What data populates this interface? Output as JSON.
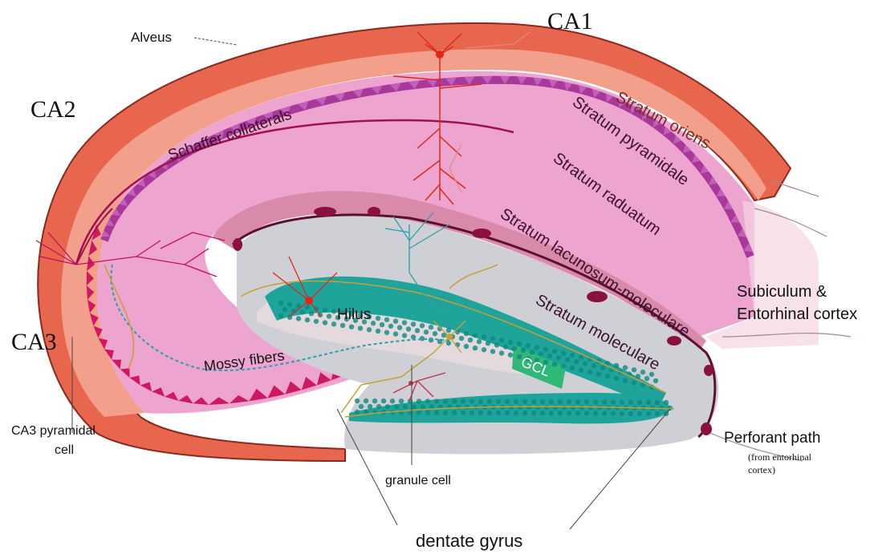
{
  "labels": {
    "ca1": "CA1",
    "ca2": "CA2",
    "ca3": "CA3",
    "alveus": "Alveus",
    "schaffer": "Schaffer  collaterals",
    "oriens": "Stratum oriens",
    "pyramidale": "Stratum pyramidale",
    "radiatum": "Stratum raduatum",
    "lacunosum": "Stratum lacunosum-moleculare",
    "moleculare": "Stratum moleculare",
    "hilus": "Hilus",
    "mossy": "Mossy fibers",
    "gcl": "GCL",
    "subiculum_1": "Subiculum &",
    "subiculum_2": "Entorhinal cortex",
    "ca3_cell_1": "CA3 pyramidal",
    "ca3_cell_2": "cell",
    "granule": "granule cell",
    "perforant": "Perforant path",
    "perforant_sub_1": "(from entorhinal",
    "perforant_sub_2": "cortex)",
    "dentate": "dentate gyrus"
  },
  "colors": {
    "alveus": "#e8654e",
    "oriens": "#f2a08c",
    "ca_body": "#eda4cf",
    "pyramidal": "#a8389a",
    "ca3_cells": "#d01860",
    "lacunosum": "#d98aa8",
    "dentate_bg": "#cfd0d6",
    "gcl": "#1ea49a",
    "node": "#8a1040",
    "neuron_red": "#e02818",
    "fiber_gold": "#c8a030",
    "fiber_teal": "#2aa0a8"
  }
}
